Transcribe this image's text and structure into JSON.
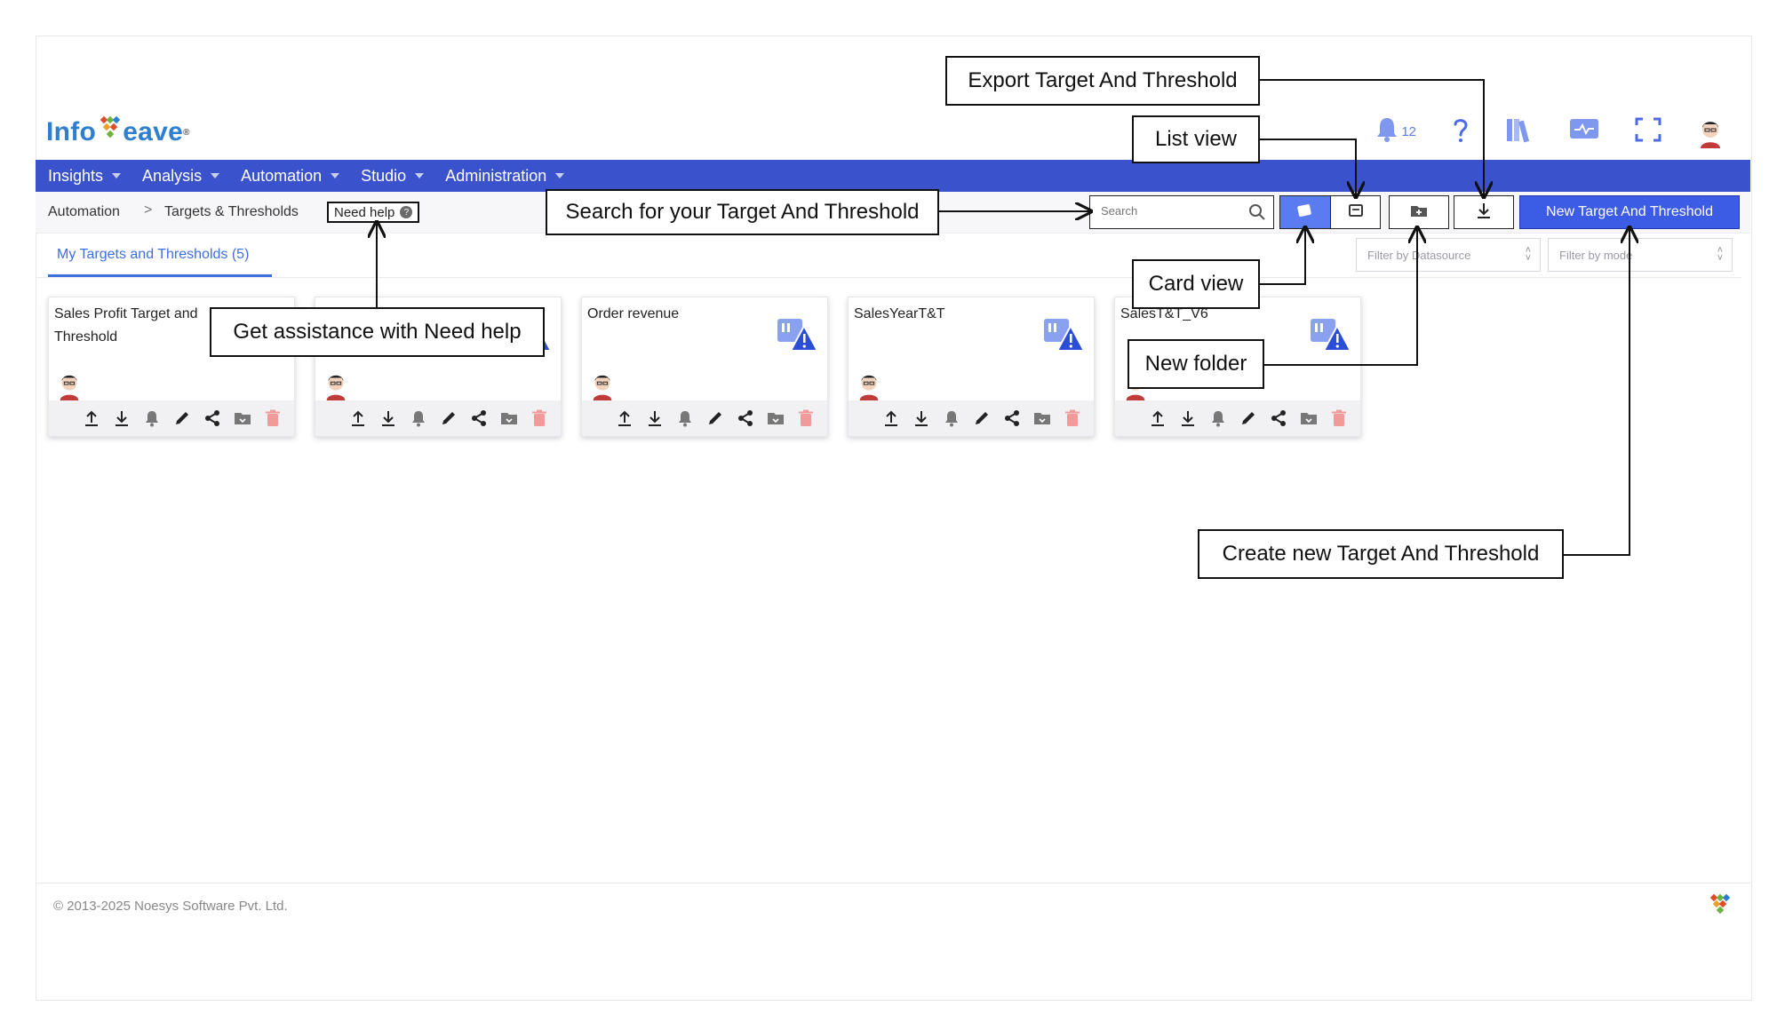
{
  "brand": {
    "name_left": "Info",
    "name_right": "eave",
    "registered": "®"
  },
  "header": {
    "notification_count": "12"
  },
  "nav": [
    {
      "label": "Insights"
    },
    {
      "label": "Analysis"
    },
    {
      "label": "Automation"
    },
    {
      "label": "Studio"
    },
    {
      "label": "Administration"
    }
  ],
  "breadcrumb": {
    "items": [
      "Automation",
      "Targets & Thresholds"
    ],
    "separator": ">",
    "need_help": "Need help"
  },
  "search": {
    "placeholder": "Search"
  },
  "toolbar": {
    "new_button": "New Target And Threshold"
  },
  "tab": {
    "label": "My Targets and Thresholds (5)"
  },
  "filters": {
    "datasource_placeholder": "Filter by Datasource",
    "mode_placeholder": "Filter by mode"
  },
  "cards": [
    {
      "title": "Sales Profit Target and Threshold"
    },
    {
      "title": ""
    },
    {
      "title": "Order revenue"
    },
    {
      "title": "SalesYearT&T"
    },
    {
      "title": "SalesT&T_V6"
    }
  ],
  "footer": {
    "copyright": "© 2013-2025 Noesys Software Pvt. Ltd."
  },
  "annotations": {
    "export": "Export Target And Threshold",
    "list_view": "List view",
    "search": "Search for your Target And Threshold",
    "need_help": "Get assistance with Need help",
    "card_view": "Card view",
    "new_folder": "New folder",
    "create_new": "Create new Target And Threshold"
  },
  "colors": {
    "nav_bar": "#3a52cc",
    "primary_button": "#3d5ce6",
    "accent": "#3d6fe0",
    "warning_badge": "#3d5ce6",
    "delete_icon": "#f19a9a"
  }
}
